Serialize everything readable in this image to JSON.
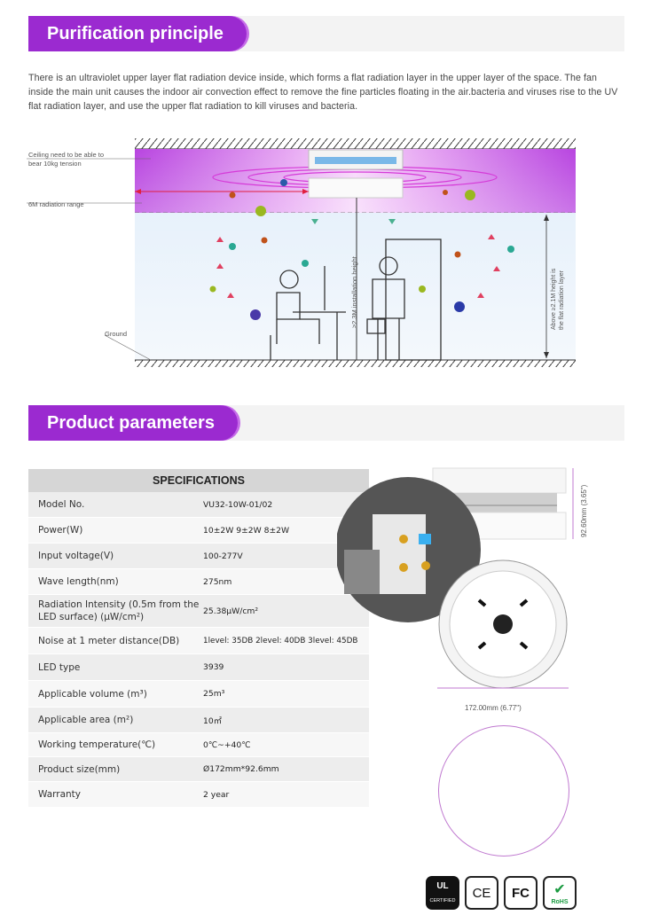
{
  "section1": {
    "title": "Purification principle"
  },
  "intro": "There is an ultraviolet upper layer flat radiation device inside, which forms a flat radiation layer in the upper layer of the space. The fan inside the main unit causes the indoor air convection effect to remove the fine particles floating in the air.bacteria and viruses rise to the UV flat radiation layer, and use the upper flat radiation to kill viruses and bacteria.",
  "diagram": {
    "ceiling_note_1": "Ceiling need to be able to",
    "ceiling_note_2": "bear 10kg tension",
    "radiation_range": "6M radiation range",
    "ground": "Ground",
    "install_height": "≥2.3M installation height",
    "above_height_1": "Above ≥2.1M height is",
    "above_height_2": "the flat radiation layer"
  },
  "section2": {
    "title": "Product parameters"
  },
  "spec": {
    "heading": "SPECIFICATIONS",
    "rows": [
      {
        "label": "Model No.",
        "value": "VU32-10W-01/02"
      },
      {
        "label": "Power(W)",
        "value": "10±2W  9±2W  8±2W"
      },
      {
        "label": "Input voltage(V)",
        "value": "100-277V"
      },
      {
        "label": "Wave length(nm)",
        "value": "275nm"
      },
      {
        "label": "Radiation Intensity (0.5m from the LED surface) (μW/cm²)",
        "value": "25.38μW/cm²"
      },
      {
        "label": "Noise at 1 meter distance(DB)",
        "value": "1level: 35DB  2level: 40DB  3level: 45DB"
      },
      {
        "label": "LED type",
        "value": "3939"
      },
      {
        "label": "Applicable volume (m³)",
        "value": "25m³"
      },
      {
        "label": "Applicable area (m²)",
        "value": "10㎡"
      },
      {
        "label": "Working temperature(℃)",
        "value": "0℃~+40℃"
      },
      {
        "label": "Product size(mm)",
        "value": "Ø172mm*92.6mm"
      },
      {
        "label": "Warranty",
        "value": "2 year"
      }
    ]
  },
  "dimensions": {
    "height": "92.60mm (3.65\")",
    "width": "172.00mm (6.77\")"
  },
  "certs": {
    "ul_mark": "UL",
    "ul_label": "CERTIFIED",
    "ce": "CE",
    "fc": "FC",
    "rohs": "RoHS"
  }
}
